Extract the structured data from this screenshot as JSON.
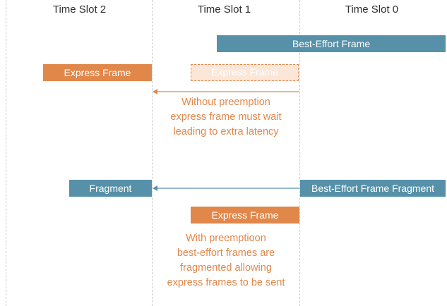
{
  "slots": {
    "slot2": "Time Slot 2",
    "slot1": "Time Slot 1",
    "slot0": "Time Slot 0"
  },
  "scenario_without": {
    "best_effort_frame": "Best-Effort Frame",
    "express_frame": "Express Frame",
    "ghost_express_frame": "Express Frame",
    "note_lines": [
      "Without preemption",
      "express frame must wait",
      "leading to extra  latency"
    ]
  },
  "scenario_with": {
    "fragment": "Fragment",
    "best_effort_fragment": "Best-Effort Frame Fragment",
    "express_frame": "Express Frame",
    "note_lines": [
      "With preemptioon",
      "best-effort frames are",
      "fragmented allowing",
      "express frames to be sent"
    ]
  },
  "colors": {
    "express": "#e1874a",
    "best_effort": "#5690a9",
    "divider": "#c9c9c9"
  }
}
